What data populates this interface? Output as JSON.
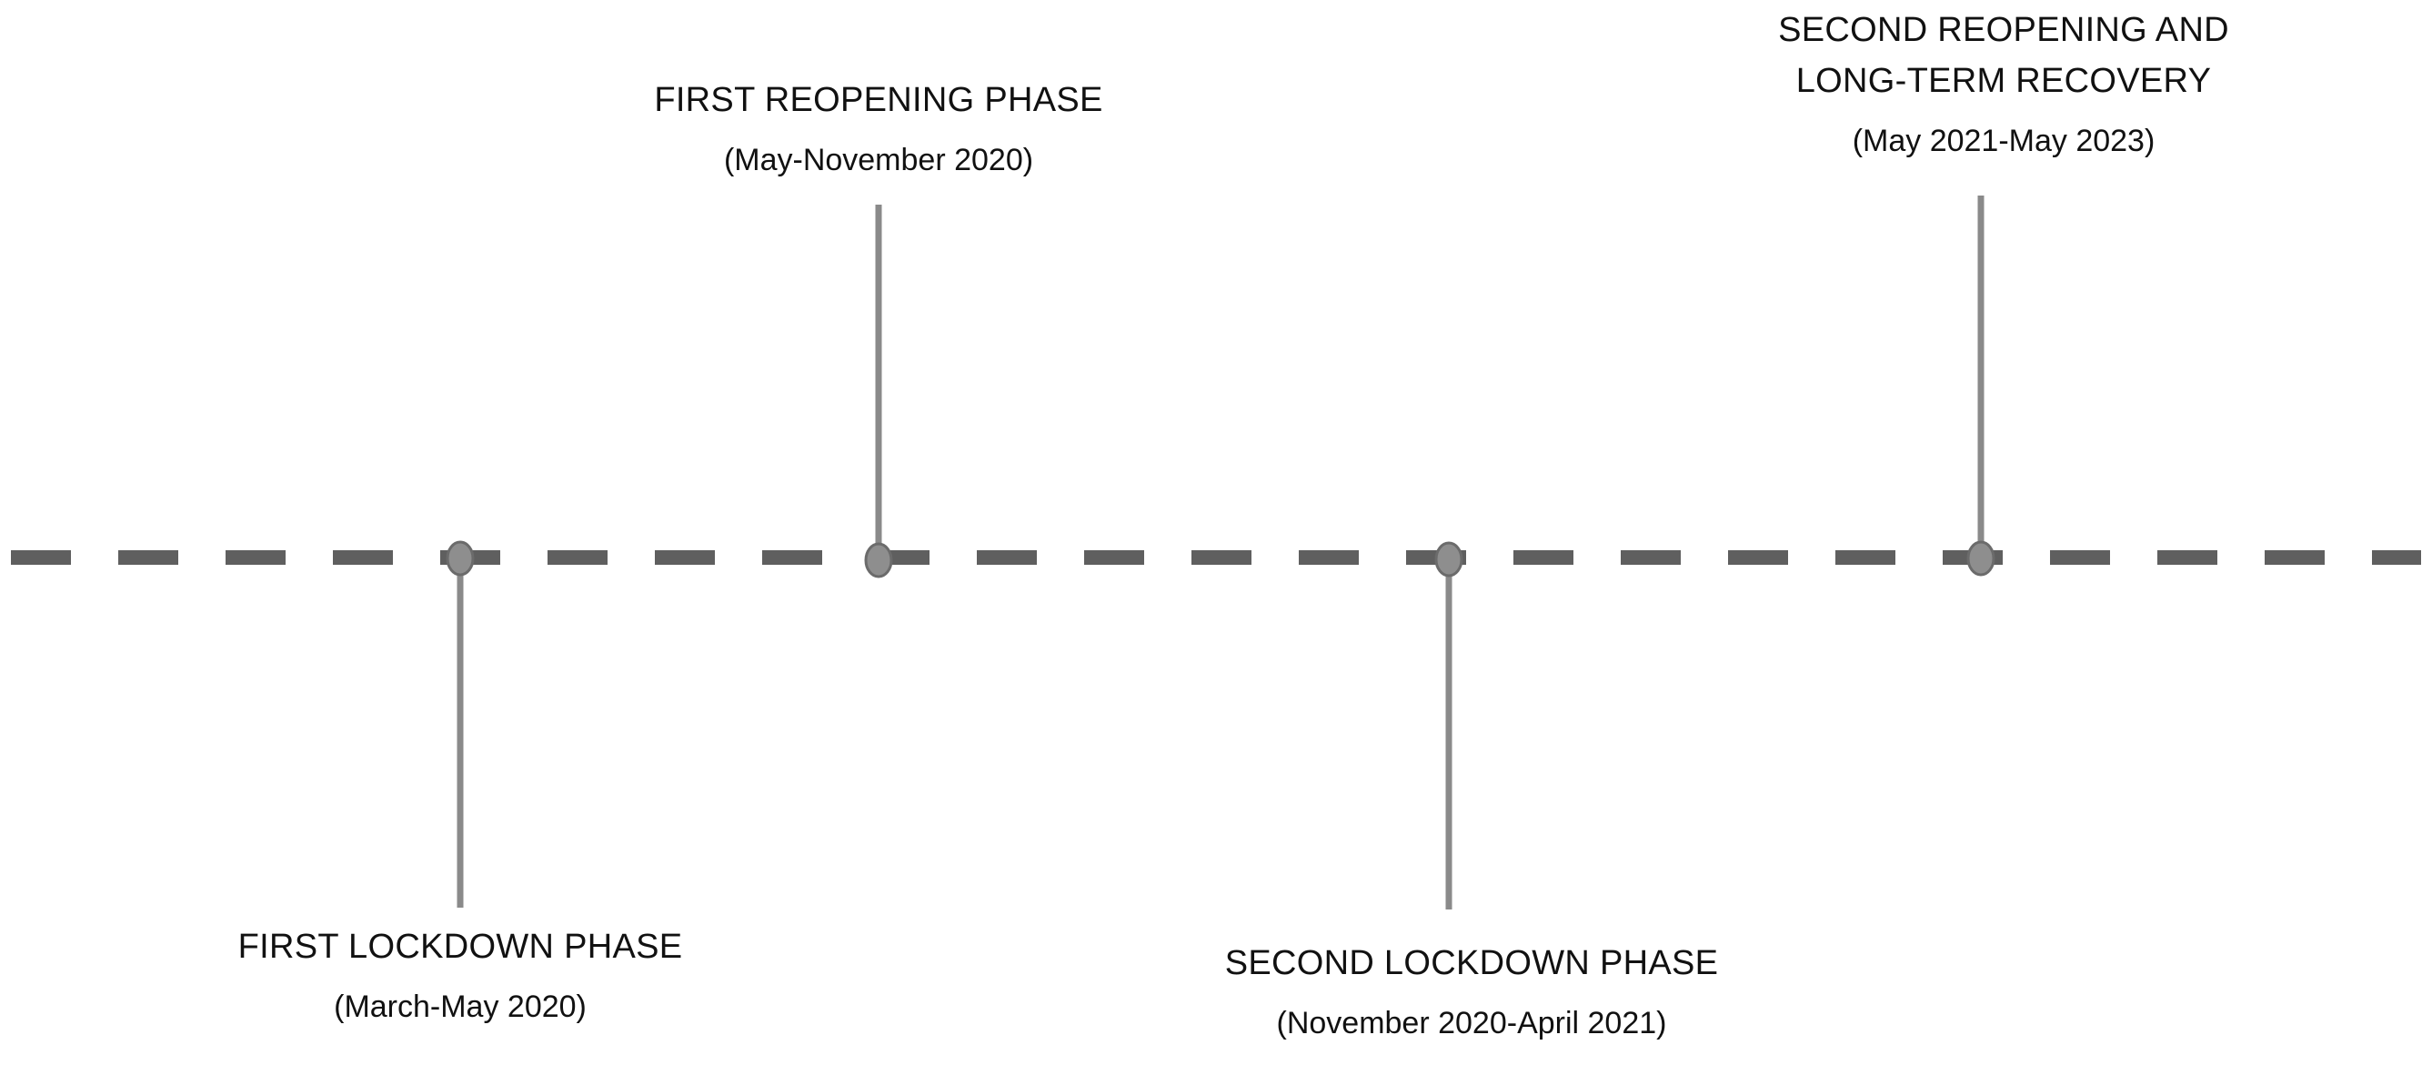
{
  "colors": {
    "timeline": "#5f5f5f",
    "connector": "#8a8a8a",
    "node_fill": "#8e8e8e",
    "node_stroke": "#6b6b6b",
    "text": "#111111",
    "background": "#ffffff"
  },
  "phases": [
    {
      "title_lines": [
        "FIRST LOCKDOWN PHASE"
      ],
      "dates": "(March-May 2020)",
      "side": "below"
    },
    {
      "title_lines": [
        "FIRST REOPENING PHASE"
      ],
      "dates": "(May-November 2020)",
      "side": "above"
    },
    {
      "title_lines": [
        "SECOND LOCKDOWN PHASE"
      ],
      "dates": "(November 2020-April 2021)",
      "side": "below"
    },
    {
      "title_lines": [
        "SECOND REOPENING AND",
        "LONG-TERM RECOVERY"
      ],
      "dates": "(May 2021-May 2023)",
      "side": "above"
    }
  ]
}
